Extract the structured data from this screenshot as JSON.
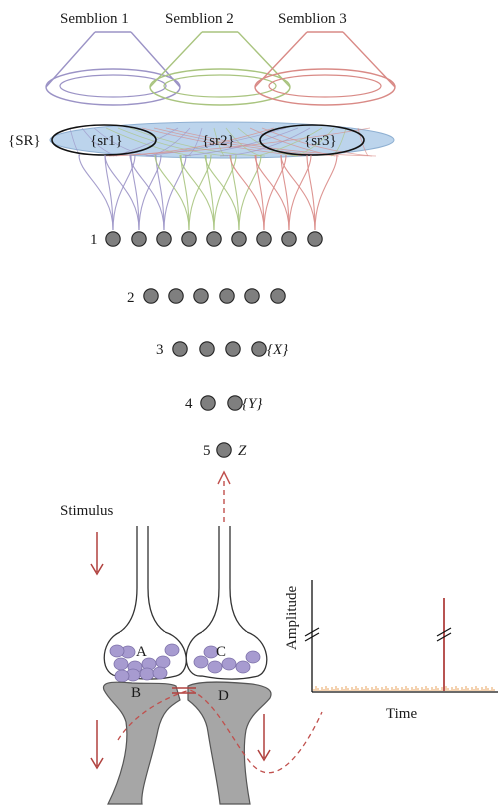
{
  "semblions": [
    {
      "label": "Semblion 1",
      "color": "#9b93c6"
    },
    {
      "label": "Semblion 2",
      "color": "#a9c47f"
    },
    {
      "label": "Semblion 3",
      "color": "#d98a86"
    }
  ],
  "sr": {
    "label": "{SR}",
    "fill": "#bcd4ec",
    "subregions": [
      "{sr1}",
      "{sr2}",
      "{sr3}"
    ]
  },
  "layers": [
    {
      "label": "1",
      "count": 9,
      "suffix": ""
    },
    {
      "label": "2",
      "count": 6,
      "suffix": ""
    },
    {
      "label": "3",
      "count": 4,
      "suffix": "{X}"
    },
    {
      "label": "4",
      "count": 2,
      "suffix": "{Y}"
    },
    {
      "label": "5",
      "count": 1,
      "suffix": "Z"
    }
  ],
  "node_color": "#7f7f7f",
  "synapse": {
    "stimulus_label": "Stimulus",
    "terminal_labels": [
      "A",
      "C"
    ],
    "dendrite_labels": [
      "B",
      "D"
    ],
    "arrow_color": "#b0413e",
    "vesicle_color": "#a79bd0",
    "neuron_fill": "#a6a6a6"
  },
  "plot": {
    "ylabel": "Amplitude",
    "xlabel": "Time",
    "spike_color": "#b0413e",
    "noise_color": "#e8a662"
  }
}
